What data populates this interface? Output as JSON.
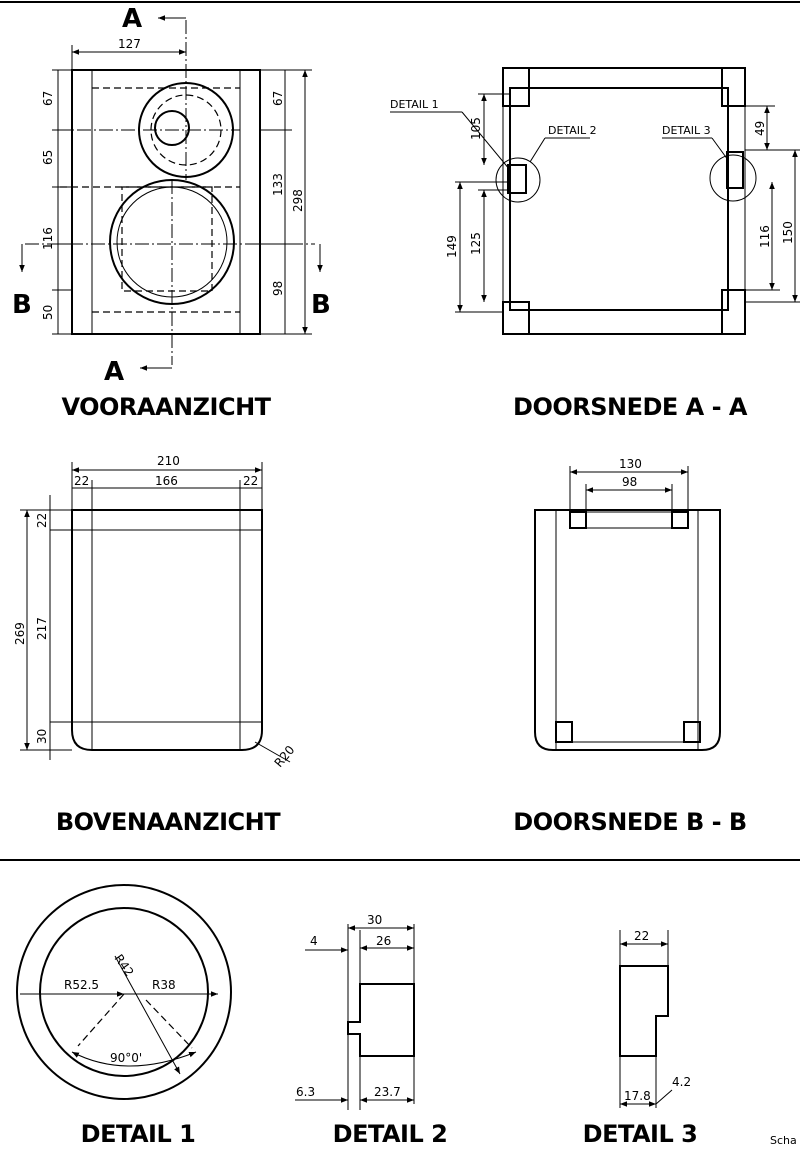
{
  "titles": {
    "front_view": "VOORAANZICHT",
    "section_aa": "DOORSNEDE A - A",
    "top_view": "BOVENAANZICHT",
    "section_bb": "DOORSNEDE B - B",
    "detail1": "DETAIL 1",
    "detail2": "DETAIL 2",
    "detail3": "DETAIL 3",
    "corner_text": "Scha"
  },
  "section_marks": {
    "a": "A",
    "b": "B"
  },
  "front": {
    "dim_width": "127",
    "dim_left_67": "67",
    "dim_left_65": "65",
    "dim_left_116": "116",
    "dim_left_50": "50",
    "dim_right_67": "67",
    "dim_right_133": "133",
    "dim_right_298": "298",
    "dim_right_98": "98"
  },
  "section_aa": {
    "label_detail1": "DETAIL 1",
    "label_detail2": "DETAIL 2",
    "label_detail3": "DETAIL 3",
    "dim_105": "105",
    "dim_149": "149",
    "dim_125": "125",
    "dim_49": "49",
    "dim_116": "116",
    "dim_150": "150"
  },
  "top": {
    "dim_210": "210",
    "dim_22a": "22",
    "dim_166": "166",
    "dim_22b": "22",
    "dim_269": "269",
    "dim_22c": "22",
    "dim_217": "217",
    "dim_30": "30",
    "dim_r20": "R20"
  },
  "section_bb": {
    "dim_130": "130",
    "dim_98": "98"
  },
  "detail1": {
    "dim_r525": "R52.5",
    "dim_r38": "R38",
    "dim_r42": "R42",
    "dim_angle": "90°0'"
  },
  "detail2": {
    "dim_30": "30",
    "dim_4": "4",
    "dim_26": "26",
    "dim_63": "6.3",
    "dim_237": "23.7"
  },
  "detail3": {
    "dim_22": "22",
    "dim_178": "17.8",
    "dim_42": "4.2"
  }
}
